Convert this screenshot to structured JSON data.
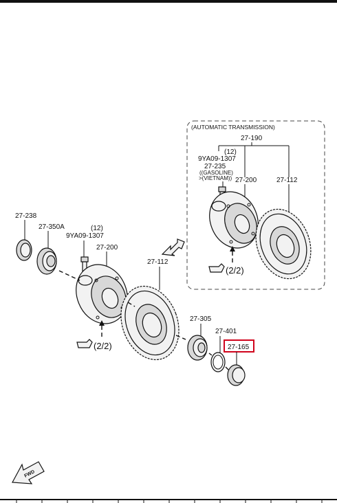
{
  "header": {
    "rule": ""
  },
  "labels": {
    "p27_238": "27-238",
    "p27_350a": "27-350A",
    "torque_main": "(12)",
    "bolt_main": "9YA09-1307",
    "p27_200_main": "27-200",
    "p27_112_main": "27-112",
    "p27_305": "27-305",
    "p27_401": "27-401",
    "p27_165": "27-165",
    "ref_main": "(2/2)"
  },
  "inset": {
    "title": "(AUTOMATIC  TRANSMISSION)",
    "p27_190": "27-190",
    "torque": "(12)",
    "bolt": "9YA09-1307",
    "p27_235": "27-235",
    "note_line1": "((GASOLINE)",
    "note_line2": ">(VIETNAM))",
    "p27_200": "27-200",
    "p27_112": "27-112",
    "ref": "(2/2)"
  },
  "fwd": {
    "text": "FWD"
  },
  "highlight": {
    "part": "27-165",
    "color": "#d0021b"
  }
}
